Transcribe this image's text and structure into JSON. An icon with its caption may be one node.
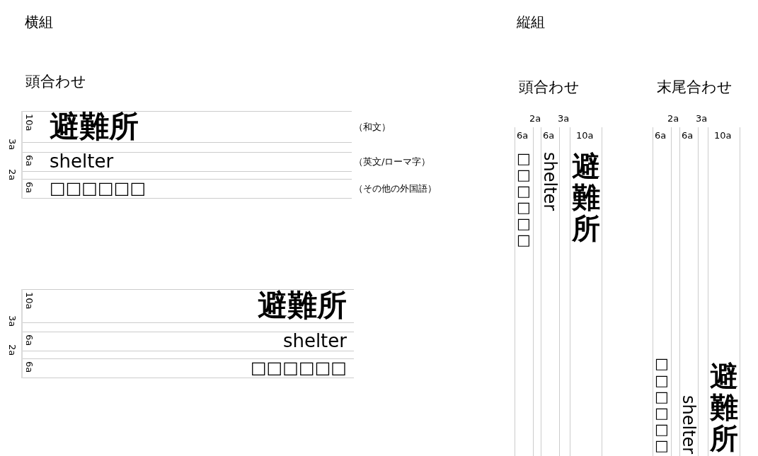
{
  "diagram": {
    "nodes": [
      {
        "text": [
          "10a",
          "避難所"
        ],
        "beside": [
          "（和文）"
        ]
      },
      {
        "text": [
          "6a",
          "shelter"
        ],
        "beside": [
          "（英文/ローマ字）"
        ]
      },
      {
        "text": [
          "6a",
          "□□□□□□"
        ],
        "beside": [
          "（その他の外国語）"
        ]
      },
      {
        "text": [
          "10a",
          "避難所"
        ]
      },
      {
        "text": [
          "6a",
          "shelter"
        ]
      },
      {
        "text": [
          "6a",
          "□□□□□□"
        ]
      },
      {
        "text": [
          "6a",
          "□□□□□□"
        ]
      },
      {
        "text": [
          "6a",
          "shelter"
        ]
      },
      {
        "text": [
          "10a",
          "避難所"
        ]
      },
      {
        "text": [
          "6a",
          "□□□□□□"
        ]
      },
      {
        "text": [
          "6a",
          "shelter"
        ]
      },
      {
        "text": [
          "10a",
          "避難所"
        ]
      }
    ],
    "labels": [
      "横組",
      "縦組",
      "頭合わせ",
      "頭合わせ",
      "末尾合わせ",
      "2a",
      "3a",
      "2a",
      "3a",
      "3a",
      "2a",
      "3a",
      "2a"
    ]
  }
}
